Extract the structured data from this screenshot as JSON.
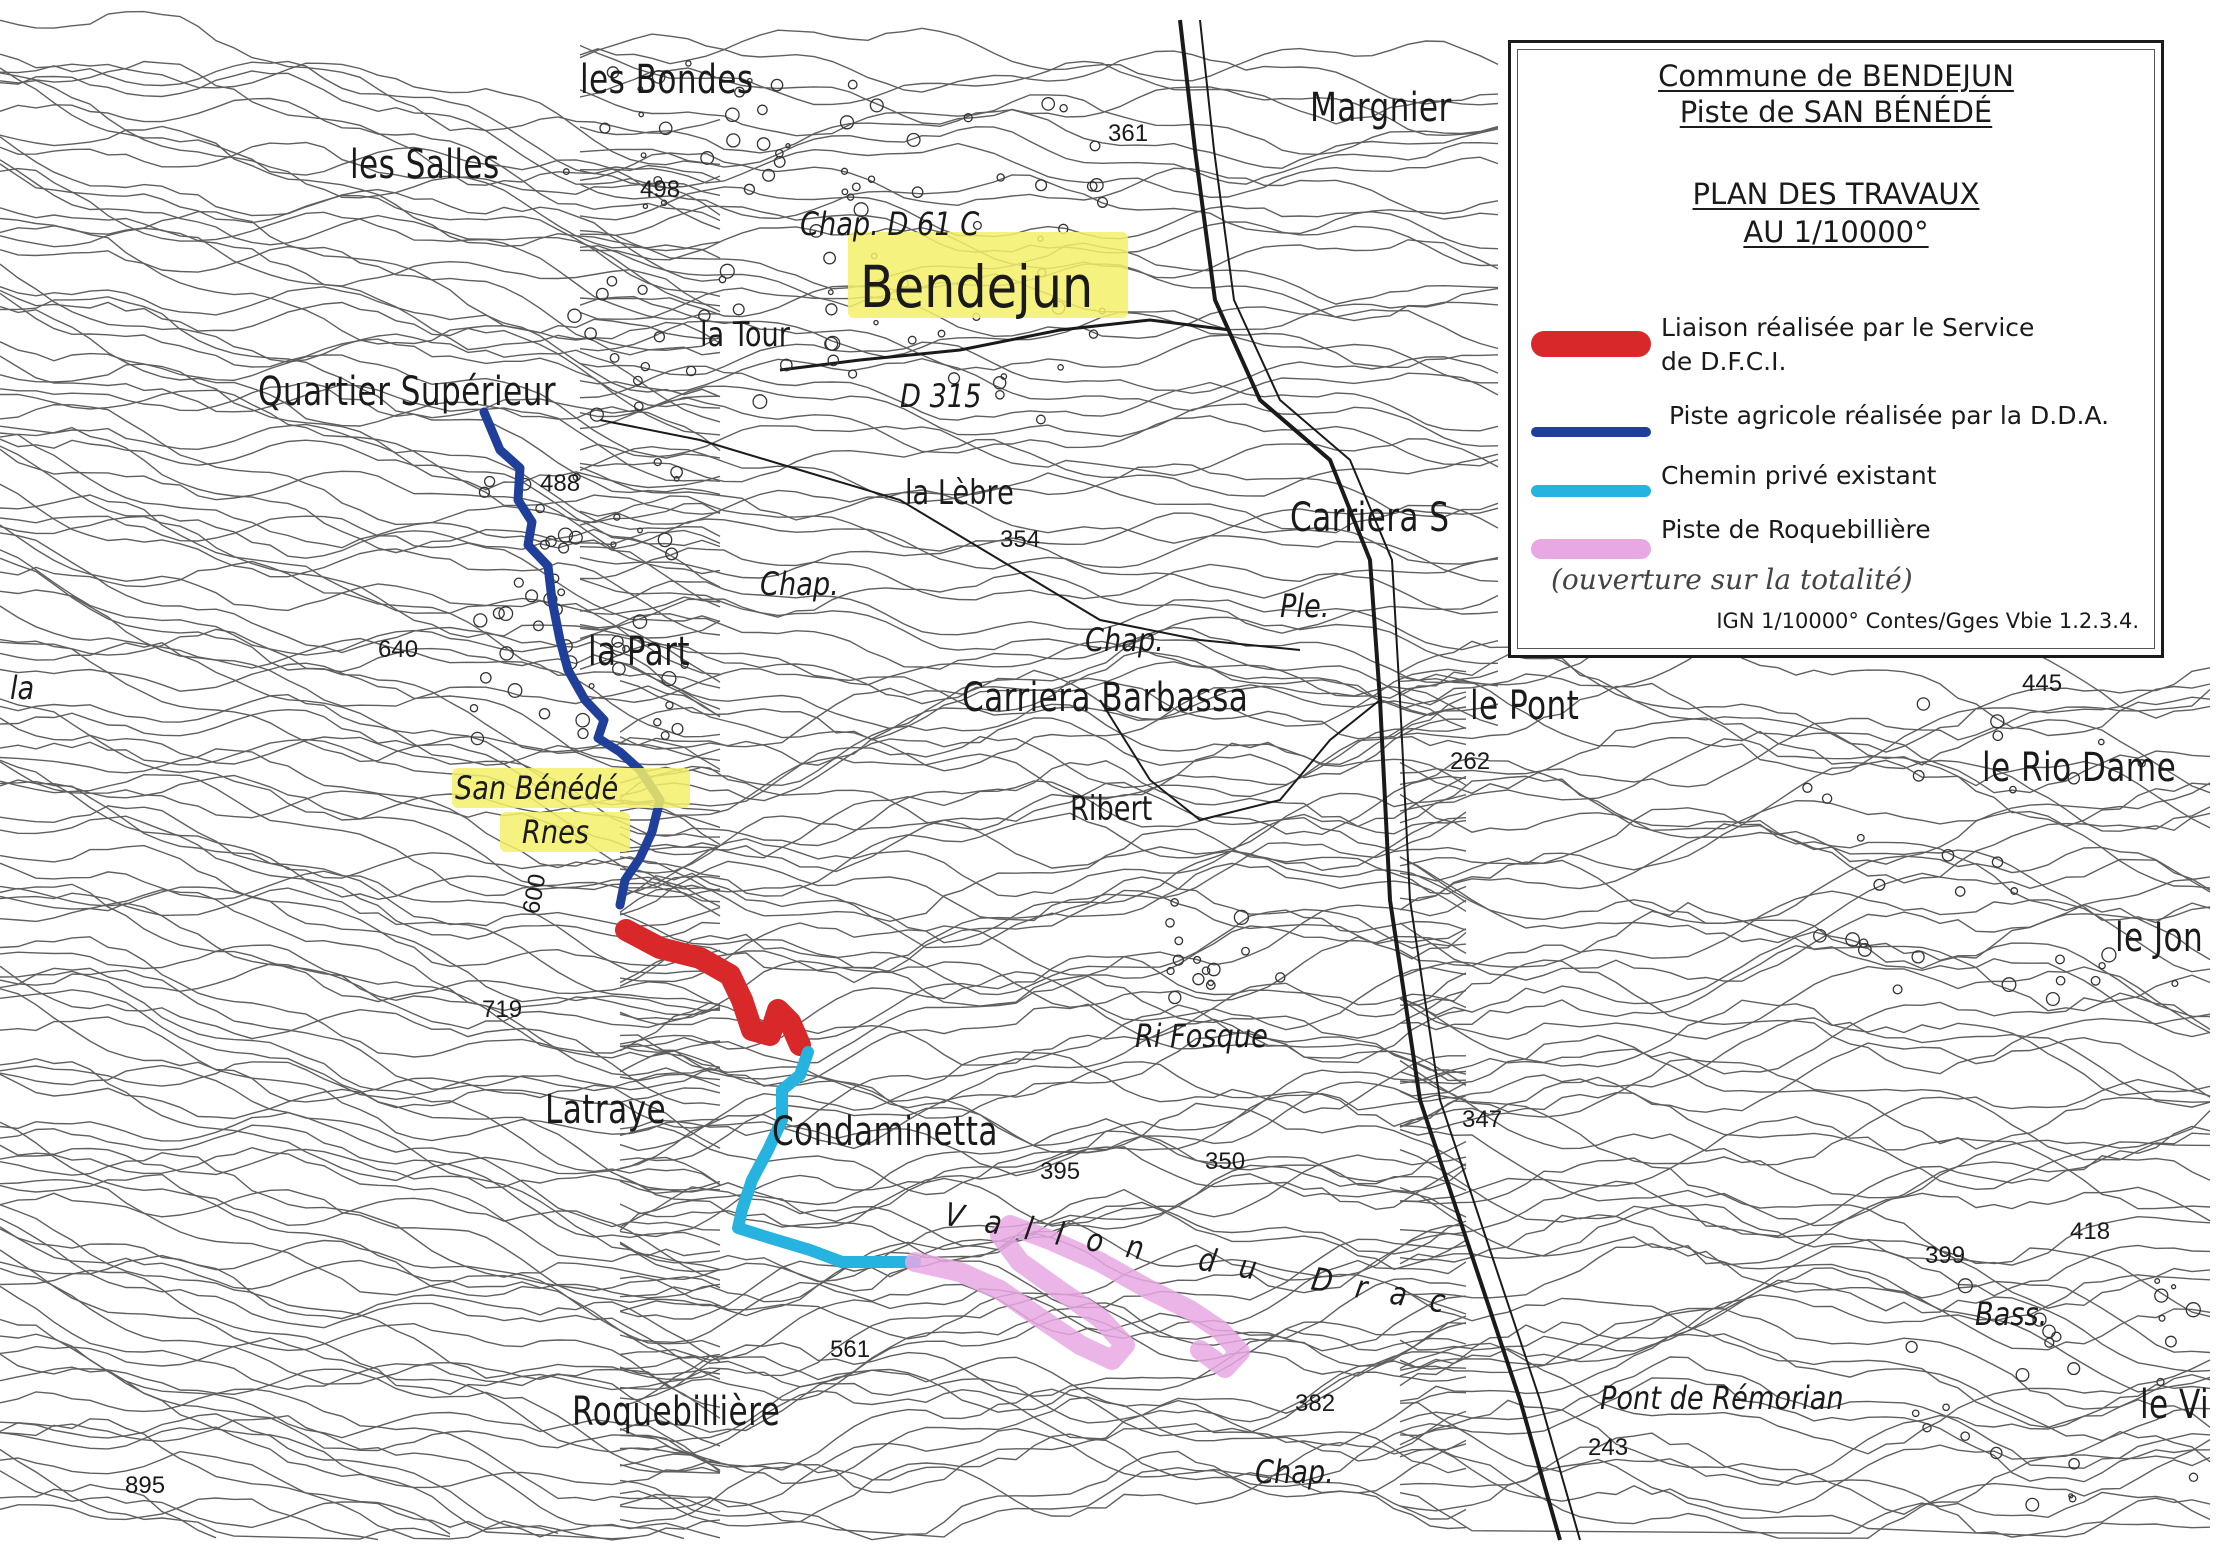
{
  "legend": {
    "title_line1": "Commune de BENDEJUN",
    "title_line2": "Piste de SAN BÉNÉDÉ",
    "heading_line1": "PLAN DES TRAVAUX",
    "heading_line2": "AU 1/10000°",
    "items": [
      {
        "label_line1": "Liaison réalisée par le Service",
        "label_line2": "de D.F.C.I.",
        "color": "#d8282a"
      },
      {
        "label_line1": "Piste agricole réalisée par la D.D.A.",
        "label_line2": "",
        "color": "#1f3f9a"
      },
      {
        "label_line1": "Chemin privé existant",
        "label_line2": "",
        "color": "#27b3e0"
      },
      {
        "label_line1": "Piste de Roquebillière",
        "label_line2": "",
        "color": "#e7a8e4"
      }
    ],
    "handwritten_note": "(ouverture sur la totalité)",
    "source": "IGN 1/10000° Contes/Gges Vbie 1.2.3.4."
  },
  "places": {
    "les_bondes": "les Bondes",
    "les_salles": "les Salles",
    "chap_d61c": "Chap. D 61 C",
    "bendejun": "Bendejun",
    "la_tour": "la Tour",
    "quartier_superieur": "Quartier Supérieur",
    "d315": "D 315",
    "margnier": "Margnier",
    "la_lebre": "la Lèbre",
    "carriera_s": "Carriera S",
    "chap_mid": "Chap.",
    "la_part": "la Part",
    "chap_right": "Chap.",
    "carriera_barbassa": "Carriera Barbassa",
    "le_pont": "le Pont",
    "san_benede": "San Bénédé",
    "rnes": "Rnes",
    "ribert": "Ribert",
    "le_rio_dame": "le Rio Dame",
    "le_jon": "le Jon",
    "ple": "Ple.",
    "ri_fosque": "Ri Fosque",
    "latraye": "Latraye",
    "condaminetta": "Condaminetta",
    "vallon_du_drac": "Vallon du Drac",
    "roquebilliere": "Roquebillière",
    "pont_de_remorian": "Pont de Rémorian",
    "bass": "Bass.",
    "le_vi": "le Vi",
    "chap_bottom": "Chap.",
    "la_left": "la"
  },
  "altitudes": {
    "a498": "498",
    "a361": "361",
    "a488": "488",
    "a354": "354",
    "a640": "640",
    "a445": "445",
    "a262": "262",
    "a600": "600",
    "a719": "719",
    "a395": "395",
    "a350": "350",
    "a347": "347",
    "a399": "399",
    "a418": "418",
    "a561": "561",
    "a382": "382",
    "a243": "243",
    "a895": "895"
  },
  "colors": {
    "dfci_red": "#d8282a",
    "dda_blue": "#1f3f9a",
    "private_cyan": "#27b3e0",
    "roquebilliere_pink": "#e7a8e4",
    "highlight_yellow": "#f3f06a"
  }
}
